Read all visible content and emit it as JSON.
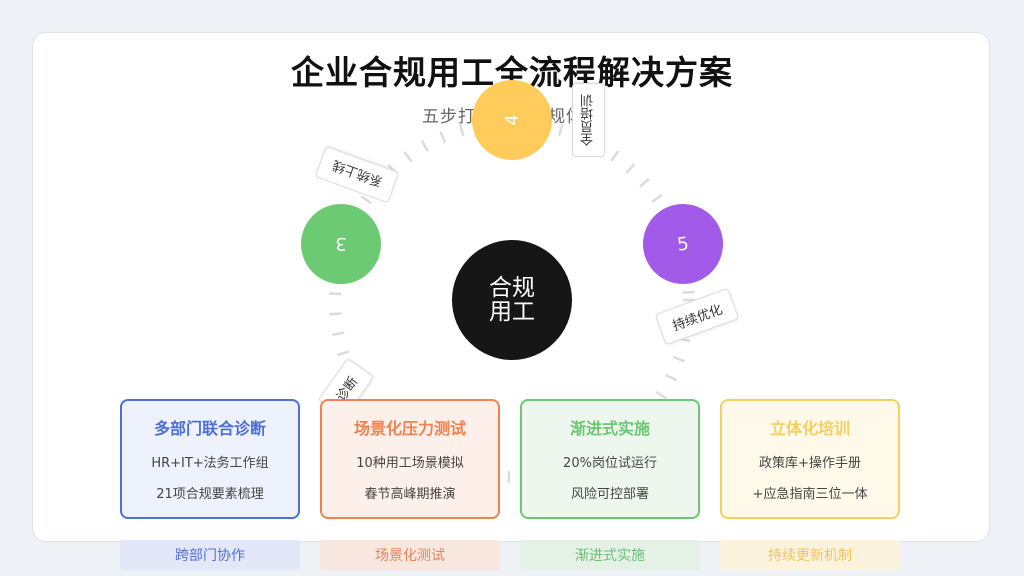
{
  "title": "企业合规用工全流程解决方案",
  "subtitle": "五步打造用工合规体系",
  "center_label": "合规用工",
  "nodes": [
    {
      "label": "3",
      "color": "#6cca72"
    },
    {
      "label": "4",
      "color": "#ffcc5c"
    },
    {
      "label": "5",
      "color": "#a25ae8"
    }
  ],
  "tags": {
    "system_online": "系统上线",
    "full_training": "全员培训",
    "continuous_opt": "持续优化",
    "diagnose": "诊断"
  },
  "steps": [
    {
      "title": "多部门联合诊断",
      "line1": "HR+IT+法务工作组",
      "line2": "21项合规要素梳理",
      "color": "#4e6fd6",
      "bg": "#eef2fc"
    },
    {
      "title": "场景化压力测试",
      "line1": "10种用工场景模拟",
      "line2": "春节高峰期推演",
      "color": "#ee8352",
      "bg": "#fdf0ea"
    },
    {
      "title": "渐进式实施",
      "line1": "20%岗位试运行",
      "line2": "风险可控部署",
      "color": "#6cc873",
      "bg": "#eef7ee"
    },
    {
      "title": "立体化培训",
      "line1": "政策库+操作手册",
      "line2": "+应急指南三位一体",
      "color": "#f6cf60",
      "bg": "#fef9e8"
    }
  ],
  "bottom_labels": [
    {
      "label": "跨部门协作",
      "color": "#5570d0",
      "bg": "#e2e8f7"
    },
    {
      "label": "场景化测试",
      "color": "#e5845a",
      "bg": "#f8e7df"
    },
    {
      "label": "渐进式实施",
      "color": "#6cbf73",
      "bg": "#e4f2e5"
    },
    {
      "label": "持续更新机制",
      "color": "#f2c55a",
      "bg": "#fbf3de"
    }
  ]
}
